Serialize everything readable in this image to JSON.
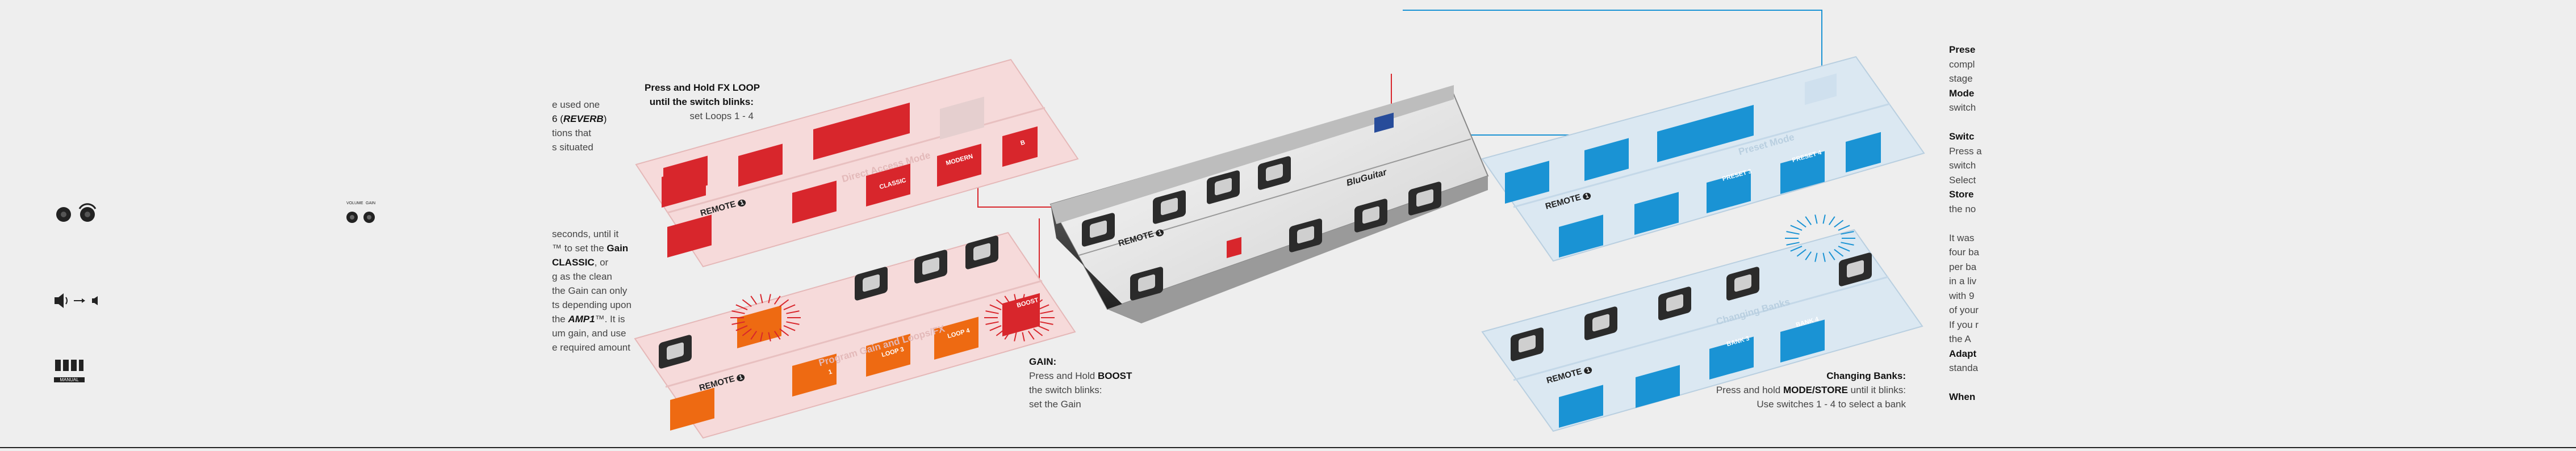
{
  "left_icons": {
    "knob_pair_labels": [
      "VOLUME",
      "GAIN"
    ],
    "mode_badge": "MANUAL"
  },
  "left_column": {
    "block1": [
      "e used one",
      "6 (REVERB)",
      "tions that",
      "s situated"
    ],
    "block1_emph": "REVERB",
    "block2_lines": [
      {
        "pre": "seconds, until it",
        "b": "",
        "post": ""
      },
      {
        "pre": "™ to set the ",
        "b": "Gain",
        "post": ""
      },
      {
        "pre": "",
        "b": "CLASSIC",
        "post": ", or"
      },
      {
        "pre": "g as the clean",
        "b": "",
        "post": ""
      },
      {
        "pre": "the Gain can only",
        "b": "",
        "post": ""
      },
      {
        "pre": "ts depending upon",
        "b": "",
        "post": ""
      },
      {
        "pre": "the ",
        "b": "AMP1",
        "post": "™. It is"
      },
      {
        "pre": "um gain, and use",
        "b": "",
        "post": ""
      },
      {
        "pre": "e required amount",
        "b": "",
        "post": ""
      }
    ]
  },
  "fx_loop_caption": {
    "line1": "Press and Hold FX LOOP",
    "line2": "until the switch blinks:",
    "line3": "set Loops 1 - 4"
  },
  "red_top_panel": {
    "title": "Direct Access Mode",
    "brand": "REMOTE",
    "buttons": [
      "CLASSIC",
      "MODERN",
      "B"
    ]
  },
  "red_bottom_panel": {
    "title": "Program Gain and Loops/FX",
    "brand": "REMOTE",
    "buttons": [
      "1",
      "LOOP 3",
      "LOOP 4",
      "BOOST"
    ]
  },
  "gain_caption": {
    "title": "GAIN:",
    "line1_pre": "Press and Hold ",
    "line1_b": "BOOST",
    "line2": "the switch blinks:",
    "line3": "set the Gain"
  },
  "device": {
    "brand": "REMOTE",
    "logo": "BluGuitar"
  },
  "blue_top_panel": {
    "title": "Preset Mode",
    "brand": "REMOTE",
    "buttons": [
      "PRESET 3",
      "PRESET 4"
    ]
  },
  "blue_bottom_panel": {
    "title": "Changing Banks",
    "brand": "REMOTE",
    "buttons": [
      "BANK 3",
      "BANK 4"
    ]
  },
  "banks_caption": {
    "title": "Changing Banks:",
    "line1_pre": "Press and hold ",
    "line1_b": "MODE/STORE",
    "line1_post": " until it blinks:",
    "line2": "Use switches 1 - 4 to select a bank"
  },
  "right_column": {
    "lines": [
      {
        "t": "Prese",
        "b": true
      },
      {
        "t": "compl",
        "b": false
      },
      {
        "t": "stage",
        "b": false
      },
      {
        "t": "Mode",
        "b": true
      },
      {
        "t": "switch",
        "b": false
      },
      {
        "t": "",
        "b": false
      },
      {
        "t": "Switc",
        "b": true
      },
      {
        "t": "Press a",
        "b": false
      },
      {
        "t": "switch",
        "b": false
      },
      {
        "t": "Select",
        "b": false
      },
      {
        "t": "Store",
        "b": true
      },
      {
        "t": "the no",
        "b": false
      },
      {
        "t": "",
        "b": false
      },
      {
        "t": "It was",
        "b": false
      },
      {
        "t": "four ba",
        "b": false
      },
      {
        "t": "per ba",
        "b": false
      },
      {
        "t": "in a liv",
        "b": false
      },
      {
        "t": "with 9",
        "b": false
      },
      {
        "t": "of your",
        "b": false
      },
      {
        "t": "If you r",
        "b": false
      },
      {
        "t": "the A",
        "b": false
      },
      {
        "t": "Adapt",
        "b": true
      },
      {
        "t": "standa",
        "b": false
      },
      {
        "t": "",
        "b": false
      },
      {
        "t": "When",
        "b": true
      }
    ]
  },
  "colors": {
    "red": "#d8262c",
    "orange": "#ee6a12",
    "blue": "#1a93d4",
    "red_panel": "#f6dada",
    "blue_panel": "#dbe8f2"
  }
}
